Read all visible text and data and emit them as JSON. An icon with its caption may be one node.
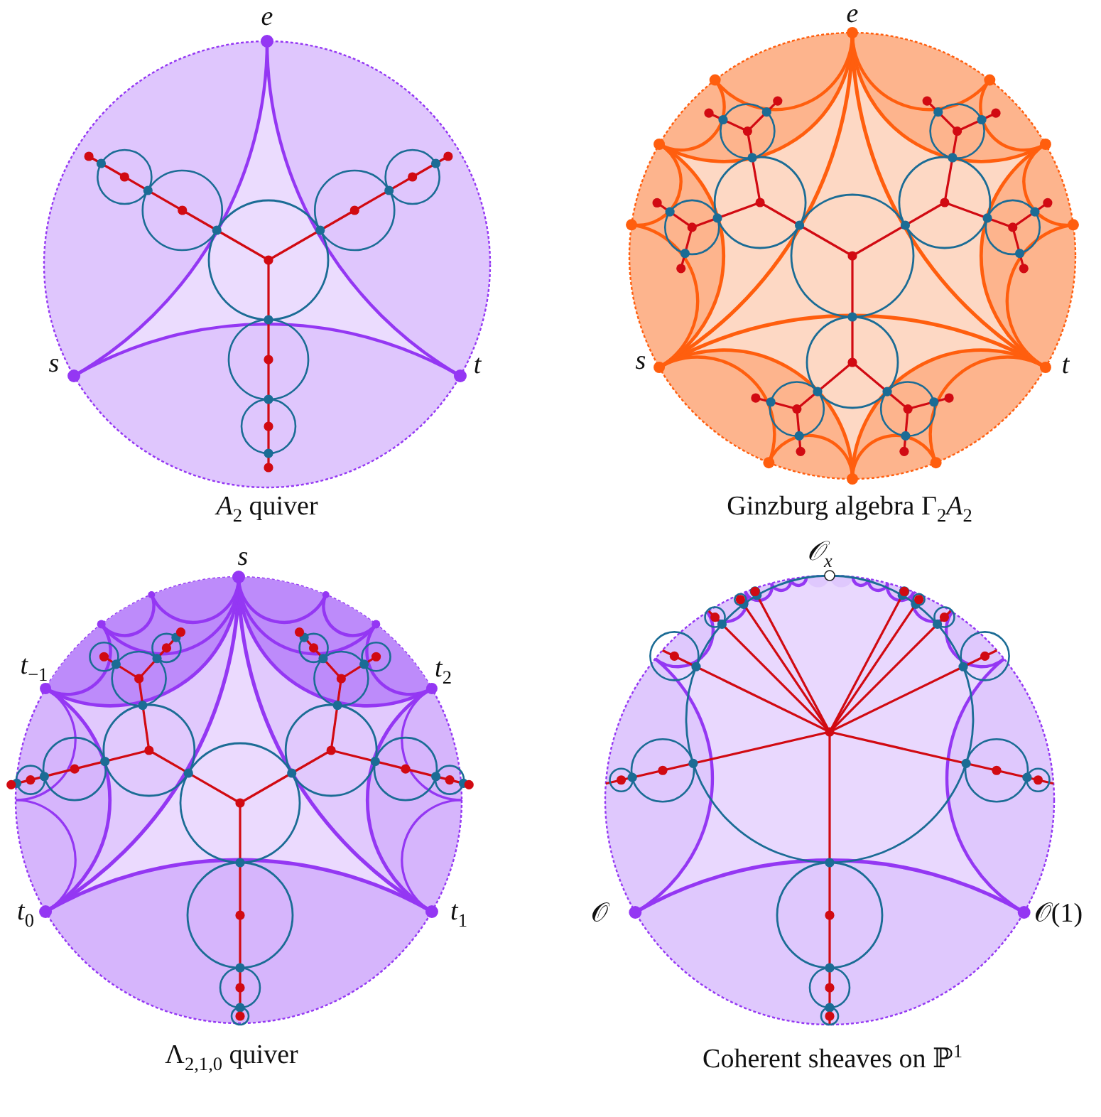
{
  "diagram": {
    "labels": [
      "e",
      "e",
      "s",
      "t",
      "s",
      "t",
      "*A*$_{2}$ quiver",
      "Ginzburg algebra Γ$_{2}$*A*$_{2}$",
      "s",
      "𝒪$_{x}$",
      "*t*$_{−1}$",
      "*t*$_{2}$",
      "*t*$_{0}$",
      "*t*$_{1}$",
      "𝒪",
      "𝒪(1)",
      "Λ$_{2,1,0}$ quiver",
      "Coherent sheaves on ℙ$^{1}$"
    ]
  }
}
